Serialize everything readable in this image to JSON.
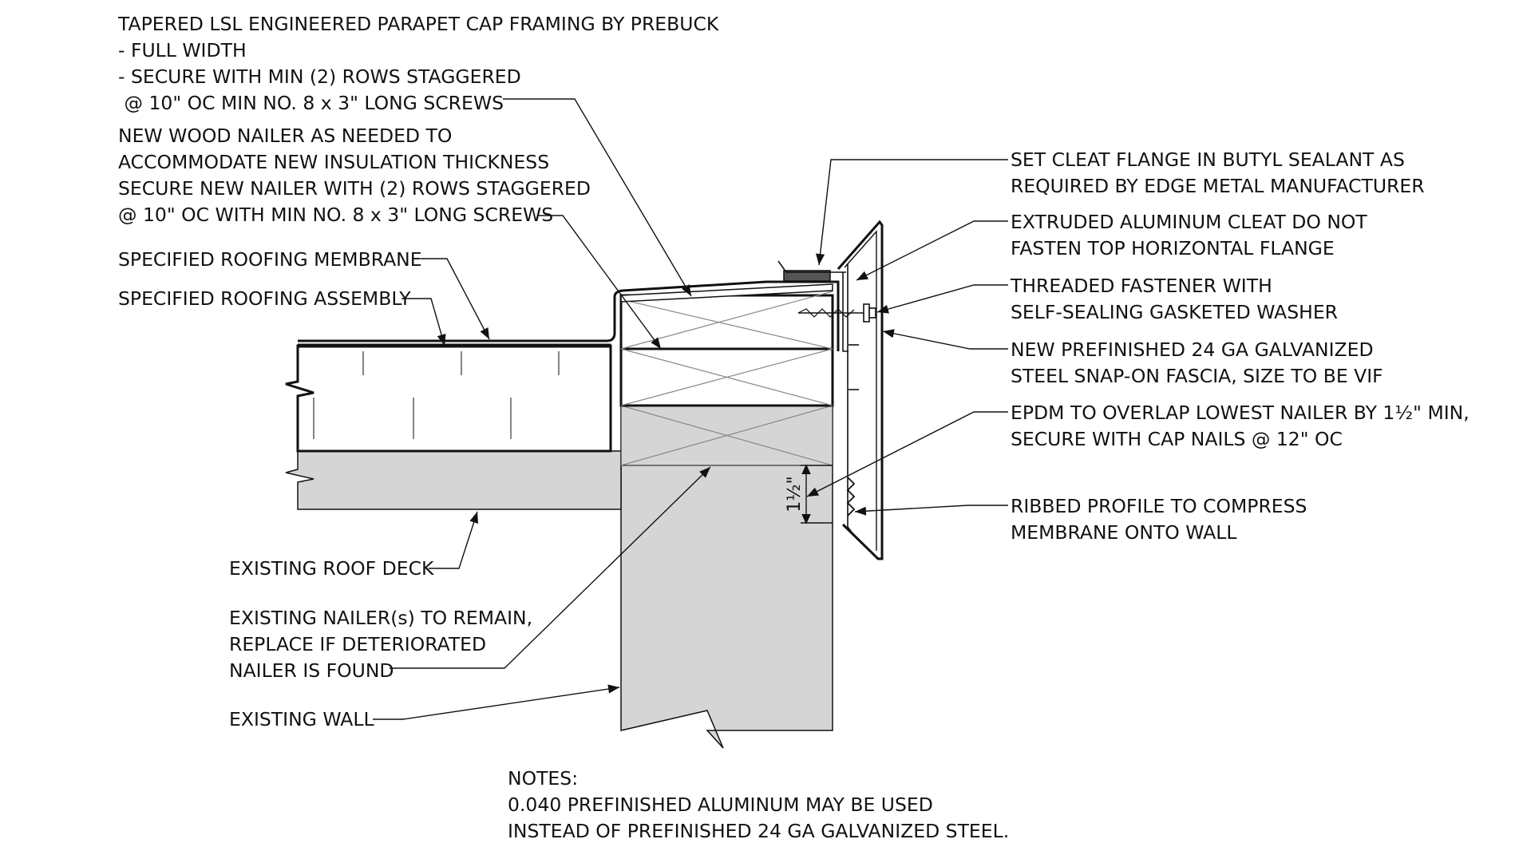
{
  "labels": {
    "lsl_cap": [
      "TAPERED LSL ENGINEERED PARAPET CAP FRAMING BY PREBUCK",
      "-  FULL WIDTH",
      "-  SECURE WITH MIN (2) ROWS STAGGERED",
      "   @ 10\" OC MIN NO. 8 x 3\" LONG SCREWS"
    ],
    "wood_nailer": [
      "NEW WOOD NAILER AS NEEDED TO",
      "ACCOMMODATE NEW INSULATION THICKNESS",
      "SECURE NEW NAILER WITH (2) ROWS STAGGERED",
      "@ 10\" OC WITH MIN NO. 8 x 3\" LONG SCREWS"
    ],
    "membrane": [
      "SPECIFIED ROOFING MEMBRANE"
    ],
    "assembly": [
      "SPECIFIED ROOFING ASSEMBLY"
    ],
    "roof_deck": [
      "EXISTING ROOF DECK"
    ],
    "existing_nailers": [
      "EXISTING NAILER(s) TO REMAIN,",
      "REPLACE IF DETERIORATED",
      "NAILER IS FOUND"
    ],
    "existing_wall": [
      "EXISTING WALL"
    ],
    "cleat_flange": [
      "SET CLEAT FLANGE IN BUTYL SEALANT AS",
      "REQUIRED BY EDGE METAL MANUFACTURER"
    ],
    "alum_cleat": [
      "EXTRUDED ALUMINUM CLEAT DO NOT",
      "FASTEN TOP HORIZONTAL FLANGE"
    ],
    "fastener": [
      "THREADED FASTENER WITH",
      "SELF-SEALING GASKETED WASHER"
    ],
    "fascia": [
      "NEW PREFINISHED 24 GA GALVANIZED",
      "STEEL SNAP-ON FASCIA, SIZE TO BE VIF"
    ],
    "epdm": [
      "EPDM TO OVERLAP LOWEST NAILER BY 1½\" MIN,",
      "SECURE WITH CAP NAILS @ 12\" OC"
    ],
    "ribbed": [
      "RIBBED PROFILE TO COMPRESS",
      "MEMBRANE ONTO WALL"
    ],
    "notes": [
      "NOTES:",
      "0.040 PREFINISHED ALUMINUM MAY BE USED",
      "INSTEAD OF PREFINISHED 24 GA GALVANIZED STEEL."
    ]
  },
  "dimension": "1½\"",
  "colors": {
    "line": "#111111",
    "concrete": "#d5d5d5",
    "sealant": "#555555",
    "background": "#ffffff"
  }
}
